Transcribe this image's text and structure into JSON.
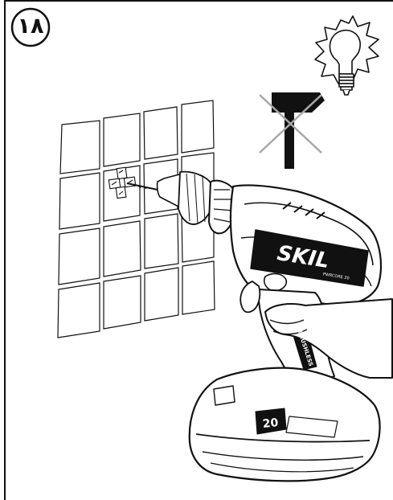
{
  "step": {
    "number": "١٨"
  },
  "tool": {
    "brand": "SKIL",
    "battery_label": "20",
    "handle_text": "BRUSHLESS",
    "top_text": "PWRCORE 20"
  },
  "icons": {
    "light": "lightbulb-icon",
    "no_hammer": "no-hammer-icon"
  },
  "colors": {
    "ink": "#111111",
    "prohibit": "#a8a8a8",
    "paper": "#ffffff"
  }
}
